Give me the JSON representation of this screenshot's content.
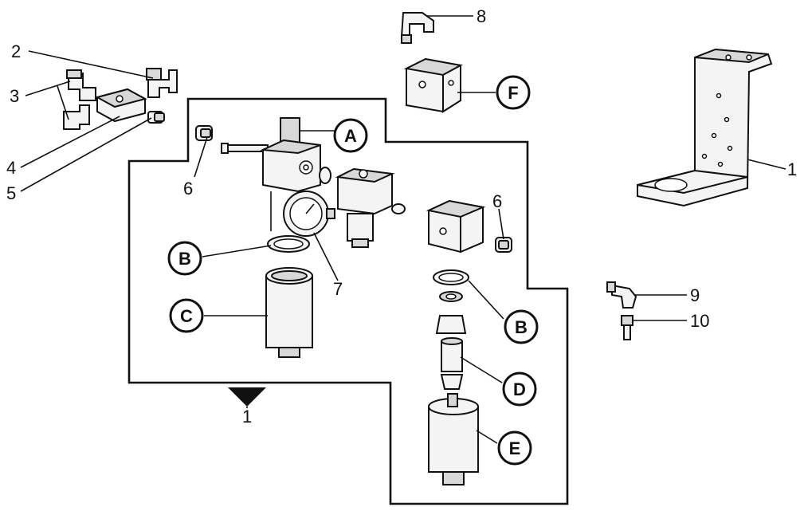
{
  "callouts": {
    "n1": "1",
    "n2": "2",
    "n3": "3",
    "n4": "4",
    "n5": "5",
    "n6a": "6",
    "n6b": "6",
    "n7": "7",
    "n8": "8",
    "n9": "9",
    "n10": "10",
    "n1b": "1"
  },
  "letters": {
    "A": "A",
    "B1": "B",
    "B2": "B",
    "C": "C",
    "D": "D",
    "E": "E",
    "F": "F"
  }
}
